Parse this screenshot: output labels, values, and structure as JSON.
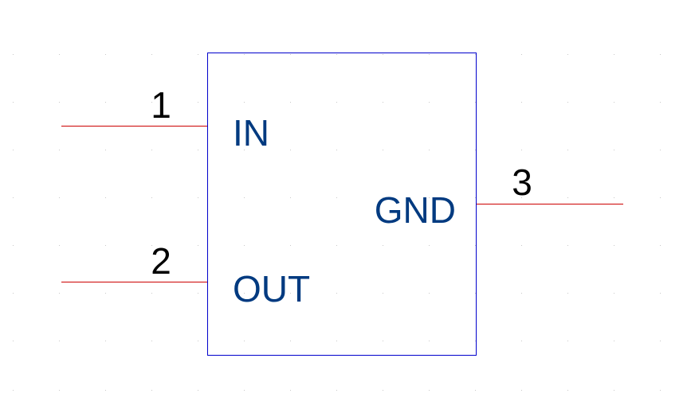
{
  "component": {
    "body_color": "#0000CC",
    "pin_line_color": "#CC0000",
    "pin_name_color": "#003A80",
    "grid_dot_color": "#C8C8C8",
    "background": "#FFFFFF"
  },
  "pins": [
    {
      "number": "1",
      "name": "IN",
      "side": "left"
    },
    {
      "number": "2",
      "name": "OUT",
      "side": "left"
    },
    {
      "number": "3",
      "name": "GND",
      "side": "right"
    }
  ]
}
